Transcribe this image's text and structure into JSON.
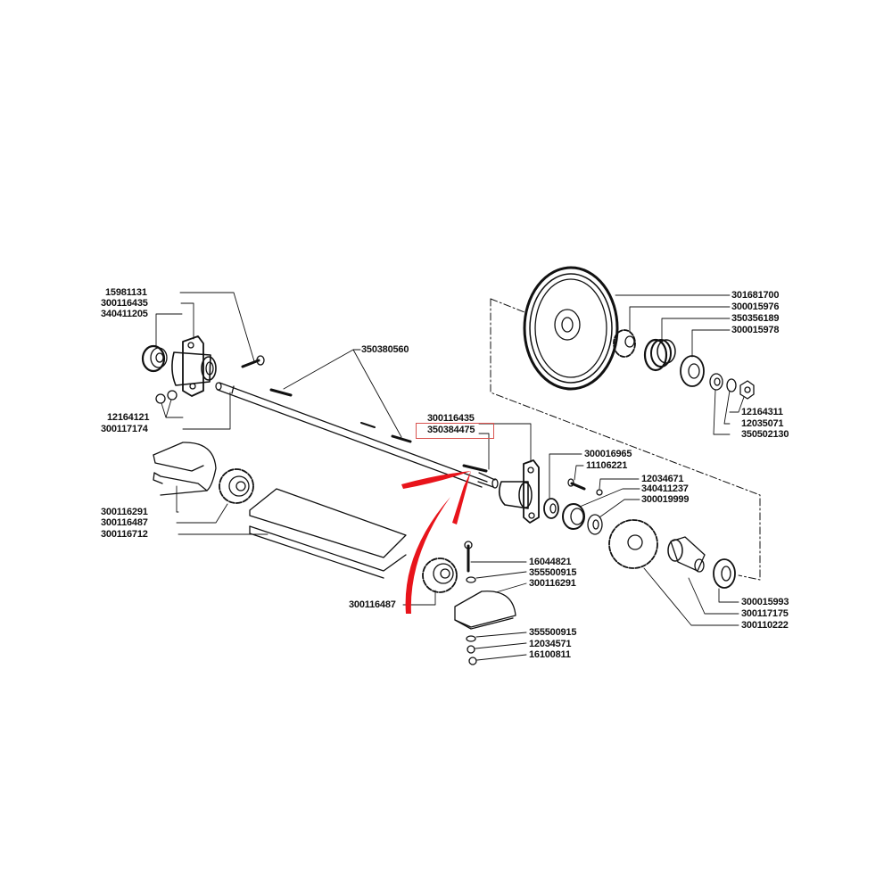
{
  "diagram": {
    "title": "Exploded parts diagram - shaft, sprockets, pulley and bearing assembly",
    "highlight": {
      "part_number": "350384475",
      "box_color": "#d9534f",
      "arrow_color": "#e8141b"
    },
    "labels": {
      "l_15981131": "15981131",
      "l_300116435_left": "300116435",
      "l_340411205": "340411205",
      "l_12164121": "12164121",
      "l_300117174": "300117174",
      "l_350380560": "350380560",
      "l_300116435_mid": "300116435",
      "l_350384475": "350384475",
      "l_300116291_left": "300116291",
      "l_300116487_left": "300116487",
      "l_300116712": "300116712",
      "l_300116487_mid": "300116487",
      "l_301681700": "301681700",
      "l_300015976": "300015976",
      "l_350356189": "350356189",
      "l_300015978": "300015978",
      "l_12164311": "12164311",
      "l_12035071": "12035071",
      "l_350502130": "350502130",
      "l_300016965": "300016965",
      "l_11106221": "11106221",
      "l_12034671": "12034671",
      "l_340411237": "340411237",
      "l_300019999": "300019999",
      "l_16044821": "16044821",
      "l_355500915_top": "355500915",
      "l_300116291_right": "300116291",
      "l_355500915_bot": "355500915",
      "l_12034571": "12034571",
      "l_16100811": "16100811",
      "l_300015993": "300015993",
      "l_300117175": "300117175",
      "l_300110222": "300110222"
    }
  }
}
